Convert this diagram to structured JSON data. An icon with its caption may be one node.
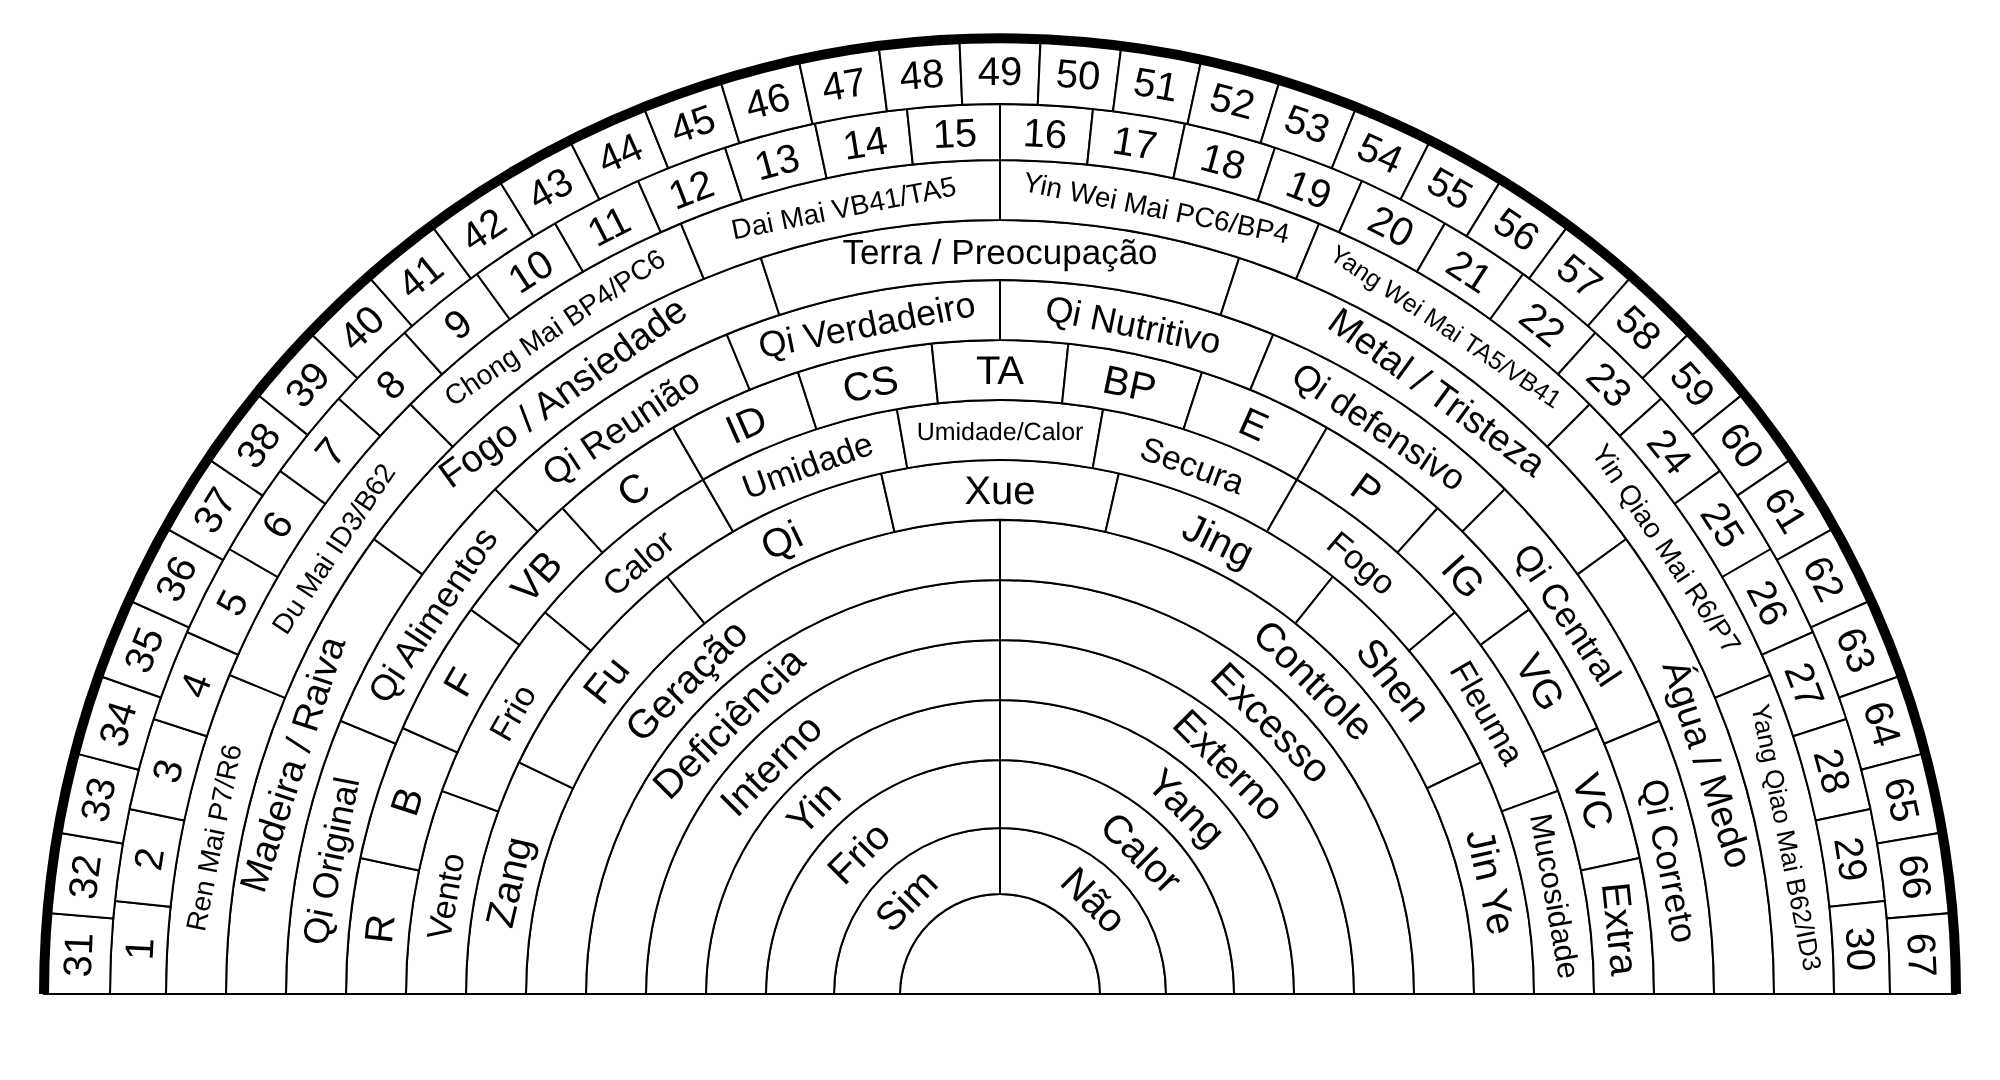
{
  "diagram": {
    "nodes": [
      {
        "text": [],
        "shape": "semicircle"
      },
      {
        "text": [
          "Sim"
        ]
      },
      {
        "text": [
          "Não"
        ]
      },
      {
        "text": [
          "Frio"
        ]
      },
      {
        "text": [
          "Calor"
        ]
      },
      {
        "text": [
          "Yin"
        ]
      },
      {
        "text": [
          "Yang"
        ]
      },
      {
        "text": [
          "Interno"
        ]
      },
      {
        "text": [
          "Externo"
        ]
      },
      {
        "text": [
          "Deficiência"
        ]
      },
      {
        "text": [
          "Excesso"
        ]
      },
      {
        "text": [
          "Geração"
        ]
      },
      {
        "text": [
          "Controle"
        ]
      },
      {
        "text": [
          "Zang"
        ]
      },
      {
        "text": [
          "Fu"
        ]
      },
      {
        "text": [
          "Qi"
        ]
      },
      {
        "text": [
          "Xue"
        ]
      },
      {
        "text": [
          "Jing"
        ]
      },
      {
        "text": [
          "Shen"
        ]
      },
      {
        "text": [
          "Jin Ye"
        ]
      },
      {
        "text": [
          "Vento"
        ]
      },
      {
        "text": [
          "Frio"
        ]
      },
      {
        "text": [
          "Calor"
        ]
      },
      {
        "text": [
          "Umidade"
        ]
      },
      {
        "text": [
          "Umidade/Calor"
        ]
      },
      {
        "text": [
          "Secura"
        ]
      },
      {
        "text": [
          "Fogo"
        ]
      },
      {
        "text": [
          "Fleuma"
        ]
      },
      {
        "text": [
          "Mucosidade"
        ]
      },
      {
        "text": [
          "R"
        ]
      },
      {
        "text": [
          "B"
        ]
      },
      {
        "text": [
          "F"
        ]
      },
      {
        "text": [
          "VB"
        ]
      },
      {
        "text": [
          "C"
        ]
      },
      {
        "text": [
          "ID"
        ]
      },
      {
        "text": [
          "CS"
        ]
      },
      {
        "text": [
          "TA"
        ]
      },
      {
        "text": [
          "BP"
        ]
      },
      {
        "text": [
          "E"
        ]
      },
      {
        "text": [
          "P"
        ]
      },
      {
        "text": [
          "IG"
        ]
      },
      {
        "text": [
          "VG"
        ]
      },
      {
        "text": [
          "VC"
        ]
      },
      {
        "text": [
          "Extra"
        ]
      },
      {
        "text": [
          "Qi Original"
        ]
      },
      {
        "text": [
          "Qi Alimentos"
        ]
      },
      {
        "text": [
          "Qi Reunião"
        ]
      },
      {
        "text": [
          "Qi Verdadeiro"
        ]
      },
      {
        "text": [
          "Qi Nutritivo"
        ]
      },
      {
        "text": [
          "Qi defensivo"
        ]
      },
      {
        "text": [
          "Qi Central"
        ]
      },
      {
        "text": [
          "Qi Correto"
        ]
      },
      {
        "text": [
          "Madeira / Raiva"
        ]
      },
      {
        "text": [
          "Fogo / Ansiedade"
        ]
      },
      {
        "text": [
          "Terra / Preocupação"
        ]
      },
      {
        "text": [
          "Metal / Tristeza"
        ]
      },
      {
        "text": [
          "Água / Medo"
        ]
      },
      {
        "text": [
          "Ren Mai P7/R6"
        ]
      },
      {
        "text": [
          "Du Mai ID3/B62"
        ]
      },
      {
        "text": [
          "Chong Mai BP4/PC6"
        ]
      },
      {
        "text": [
          "Dai Mai VB41/TA5"
        ]
      },
      {
        "text": [
          "Yin Wei Mai PC6/BP4"
        ]
      },
      {
        "text": [
          "Yang Wei Mai TA5/VB41"
        ]
      },
      {
        "text": [
          "Yin Qiao Mai R6/P7"
        ]
      },
      {
        "text": [
          "Yang Qiao Mai B62/ID3"
        ]
      },
      {
        "text": [
          "1"
        ]
      },
      {
        "text": [
          "2"
        ]
      },
      {
        "text": [
          "3"
        ]
      },
      {
        "text": [
          "4"
        ]
      },
      {
        "text": [
          "5"
        ]
      },
      {
        "text": [
          "6"
        ]
      },
      {
        "text": [
          "7"
        ]
      },
      {
        "text": [
          "8"
        ]
      },
      {
        "text": [
          "9"
        ]
      },
      {
        "text": [
          "10"
        ]
      },
      {
        "text": [
          "11"
        ]
      },
      {
        "text": [
          "12"
        ]
      },
      {
        "text": [
          "13"
        ]
      },
      {
        "text": [
          "14"
        ]
      },
      {
        "text": [
          "15"
        ]
      },
      {
        "text": [
          "16"
        ]
      },
      {
        "text": [
          "17"
        ]
      },
      {
        "text": [
          "18"
        ]
      },
      {
        "text": [
          "19"
        ]
      },
      {
        "text": [
          "20"
        ]
      },
      {
        "text": [
          "21"
        ]
      },
      {
        "text": [
          "22"
        ]
      },
      {
        "text": [
          "23"
        ]
      },
      {
        "text": [
          "24"
        ]
      },
      {
        "text": [
          "25"
        ]
      },
      {
        "text": [
          "26"
        ]
      },
      {
        "text": [
          "27"
        ]
      },
      {
        "text": [
          "28"
        ]
      },
      {
        "text": [
          "29"
        ]
      },
      {
        "text": [
          "30"
        ]
      },
      {
        "text": [
          "31"
        ]
      },
      {
        "text": [
          "32"
        ]
      },
      {
        "text": [
          "33"
        ]
      },
      {
        "text": [
          "34"
        ]
      },
      {
        "text": [
          "35"
        ]
      },
      {
        "text": [
          "36"
        ]
      },
      {
        "text": [
          "37"
        ]
      },
      {
        "text": [
          "38"
        ]
      },
      {
        "text": [
          "39"
        ]
      },
      {
        "text": [
          "40"
        ]
      },
      {
        "text": [
          "41"
        ]
      },
      {
        "text": [
          "42"
        ]
      },
      {
        "text": [
          "43"
        ]
      },
      {
        "text": [
          "44"
        ]
      },
      {
        "text": [
          "45"
        ]
      },
      {
        "text": [
          "46"
        ]
      },
      {
        "text": [
          "47"
        ]
      },
      {
        "text": [
          "48"
        ]
      },
      {
        "text": [
          "49"
        ]
      },
      {
        "text": [
          "50"
        ]
      },
      {
        "text": [
          "51"
        ]
      },
      {
        "text": [
          "52"
        ]
      },
      {
        "text": [
          "53"
        ]
      },
      {
        "text": [
          "54"
        ]
      },
      {
        "text": [
          "55"
        ]
      },
      {
        "text": [
          "56"
        ]
      },
      {
        "text": [
          "57"
        ]
      },
      {
        "text": [
          "58"
        ]
      },
      {
        "text": [
          "59"
        ]
      },
      {
        "text": [
          "60"
        ]
      },
      {
        "text": [
          "61"
        ]
      },
      {
        "text": [
          "62"
        ]
      },
      {
        "text": [
          "63"
        ]
      },
      {
        "text": [
          "64"
        ]
      },
      {
        "text": [
          "65"
        ]
      },
      {
        "text": [
          "66"
        ]
      },
      {
        "text": [
          "67"
        ]
      }
    ]
  }
}
